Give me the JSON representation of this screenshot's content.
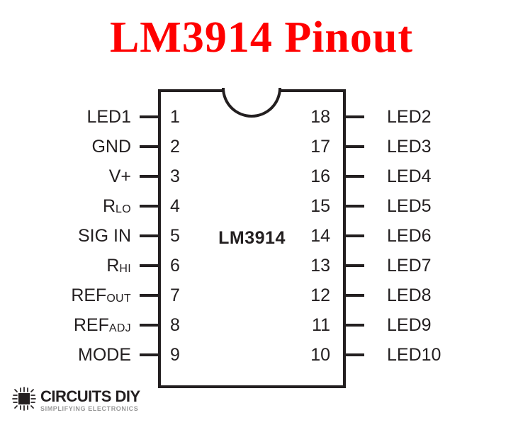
{
  "title": "LM3914 Pinout",
  "colors": {
    "title_red": "#ff0000",
    "ink": "#231f20",
    "background": "#ffffff",
    "tagline_gray": "#9a9a9a"
  },
  "chip": {
    "part_number": "LM3914",
    "package_notch": "semicircle-notch",
    "pin_count": 18,
    "left_pins": [
      {
        "number": "1",
        "label": "LED1",
        "sub": ""
      },
      {
        "number": "2",
        "label": "GND",
        "sub": ""
      },
      {
        "number": "3",
        "label": "V+",
        "sub": ""
      },
      {
        "number": "4",
        "label": "R",
        "sub": "LO"
      },
      {
        "number": "5",
        "label": "SIG IN",
        "sub": ""
      },
      {
        "number": "6",
        "label": "R",
        "sub": "HI"
      },
      {
        "number": "7",
        "label": "REF",
        "sub": "OUT"
      },
      {
        "number": "8",
        "label": "REF",
        "sub": "ADJ"
      },
      {
        "number": "9",
        "label": "MODE",
        "sub": ""
      }
    ],
    "right_pins": [
      {
        "number": "18",
        "label": "LED2",
        "sub": ""
      },
      {
        "number": "17",
        "label": "LED3",
        "sub": ""
      },
      {
        "number": "16",
        "label": "LED4",
        "sub": ""
      },
      {
        "number": "15",
        "label": "LED5",
        "sub": ""
      },
      {
        "number": "14",
        "label": "LED6",
        "sub": ""
      },
      {
        "number": "13",
        "label": "LED7",
        "sub": ""
      },
      {
        "number": "12",
        "label": "LED8",
        "sub": ""
      },
      {
        "number": "11",
        "label": "LED9",
        "sub": ""
      },
      {
        "number": "10",
        "label": "LED10",
        "sub": ""
      }
    ]
  },
  "logo": {
    "wordmark": "CIRCUITS DIY",
    "tagline": "SIMPLIFYING ELECTRONICS",
    "mark_icon": "chip-icon"
  }
}
